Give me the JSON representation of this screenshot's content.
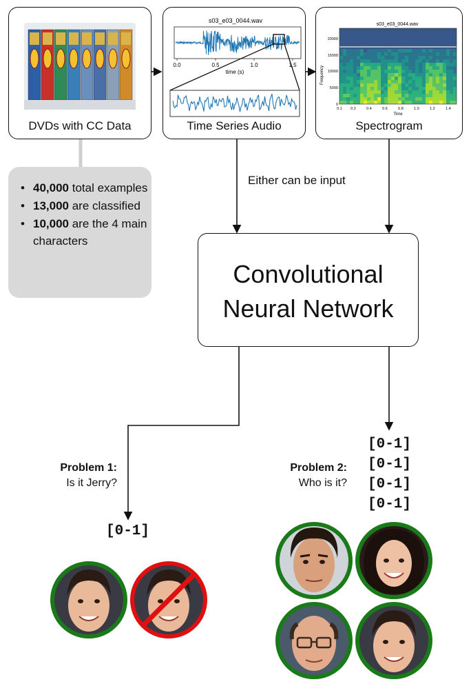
{
  "source_box": {
    "label": "DVDs with CC Data"
  },
  "audio_box": {
    "label": "Time Series Audio",
    "plot_title": "s03_e03_0044.wav",
    "xlabel": "time (s)",
    "xticks": [
      "0.0",
      "0.5",
      "1.0",
      "1.5"
    ]
  },
  "spec_box": {
    "label": "Spectrogram",
    "plot_title": "s03_e03_0044.wav",
    "ylabel": "Frequency",
    "xlabel": "Time",
    "yticks": [
      "20000",
      "15000",
      "10000",
      "5000",
      "0"
    ],
    "xticks": [
      "0.1",
      "0.2",
      "0.4",
      "0.6",
      "0.8",
      "1.0",
      "1.2",
      "1.4"
    ]
  },
  "stats": [
    {
      "bold": "40,000",
      "rest": " total examples"
    },
    {
      "bold": "13,000",
      "rest": " are classified"
    },
    {
      "bold": "10,000",
      "rest": " are the 4 main characters"
    }
  ],
  "either_label": "Either can be input",
  "cnn": {
    "line1": "Convolutional",
    "line2": "Neural Network"
  },
  "problem1": {
    "title": "Problem 1:",
    "question": "Is it Jerry?",
    "output": "[0-1]"
  },
  "problem2": {
    "title": "Problem 2:",
    "question": "Who is it?",
    "outputs": [
      "[0-1]",
      "[0-1]",
      "[0-1]",
      "[0-1]"
    ]
  },
  "colors": {
    "ring_yes": "#1a7a1a",
    "ring_no": "#e01010",
    "note_bg": "#d9d9d9",
    "wave": "#1f77b4"
  }
}
